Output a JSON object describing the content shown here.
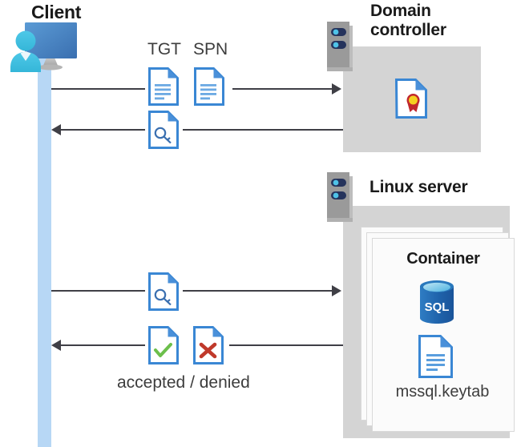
{
  "diagram": {
    "type": "sequence-architecture",
    "description": "Kerberos authentication flow between a client, a domain controller and a Linux server running a SQL Server container"
  },
  "client": {
    "title": "Client",
    "icon": "client-computer-user-icon"
  },
  "domain_controller": {
    "title_line1": "Domain",
    "title_line2": "controller",
    "server_icon": "server-rack-icon",
    "content_icon": "certificate-document-icon"
  },
  "linux_server": {
    "title": "Linux server",
    "server_icon": "server-rack-icon",
    "container": {
      "title": "Container",
      "database_icon": "sql-database-icon",
      "database_label": "SQL",
      "file_icon": "text-document-icon",
      "file_label": "mssql.keytab"
    }
  },
  "flows": [
    {
      "id": "flow-1",
      "direction": "right",
      "from": "client",
      "to": "domain-controller",
      "badges": [
        {
          "label": "TGT",
          "icon": "text-document-icon"
        },
        {
          "label": "SPN",
          "icon": "text-document-icon"
        }
      ]
    },
    {
      "id": "flow-2",
      "direction": "left",
      "from": "domain-controller",
      "to": "client",
      "badges": [
        {
          "label": "",
          "icon": "key-document-icon"
        }
      ]
    },
    {
      "id": "flow-3",
      "direction": "right",
      "from": "client",
      "to": "linux-server",
      "badges": [
        {
          "label": "",
          "icon": "key-document-icon"
        }
      ]
    },
    {
      "id": "flow-4",
      "direction": "left",
      "from": "linux-server",
      "to": "client",
      "caption": "accepted / denied",
      "badges": [
        {
          "label": "",
          "icon": "check-document-icon"
        },
        {
          "label": "",
          "icon": "cross-document-icon"
        }
      ]
    }
  ],
  "colors": {
    "lifeline": "#b7d7f5",
    "panel_gray": "#d4d4d4",
    "doc_blue": "#3a87d4",
    "doc_fold_blue": "#4a90d9",
    "arrow": "#3f3f46",
    "accept_green": "#6cbf4b",
    "deny_red": "#c0392b",
    "cert_yellow": "#f5d020",
    "cert_red": "#c1272d",
    "sql_blue": "#1f6cb0",
    "server_gray": "#9a9a9a",
    "server_bar": "#25335c",
    "server_dot": "#4fc3e8",
    "title_black": "#1a1a1a"
  },
  "labels": {
    "tgt": "TGT",
    "spn": "SPN",
    "accepted_denied": "accepted / denied"
  }
}
